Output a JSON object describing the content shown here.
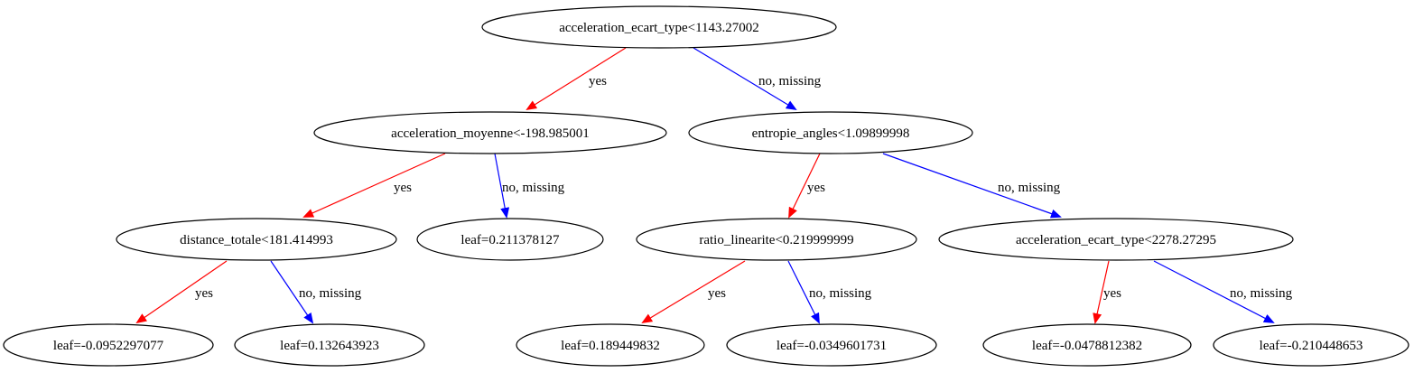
{
  "colors": {
    "yes": "#ff0000",
    "no": "#0000ff"
  },
  "nodes": {
    "n0": "acceleration_ecart_type<1143.27002",
    "n1": "acceleration_moyenne<-198.985001",
    "n2": "entropie_angles<1.09899998",
    "n3": "distance_totale<181.414993",
    "n4": "leaf=0.211378127",
    "n5": "ratio_linearite<0.219999999",
    "n6": "acceleration_ecart_type<2278.27295",
    "n7": "leaf=-0.0952297077",
    "n8": "leaf=0.132643923",
    "n9": "leaf=0.189449832",
    "n10": "leaf=-0.0349601731",
    "n11": "leaf=-0.0478812382",
    "n12": "leaf=-0.210448653"
  },
  "edges": {
    "e0_1": "yes",
    "e0_2": "no, missing",
    "e1_3": "yes",
    "e1_4": "no, missing",
    "e2_5": "yes",
    "e2_6": "no, missing",
    "e3_7": "yes",
    "e3_8": "no, missing",
    "e5_9": "yes",
    "e5_10": "no, missing",
    "e6_11": "yes",
    "e6_12": "no, missing"
  }
}
